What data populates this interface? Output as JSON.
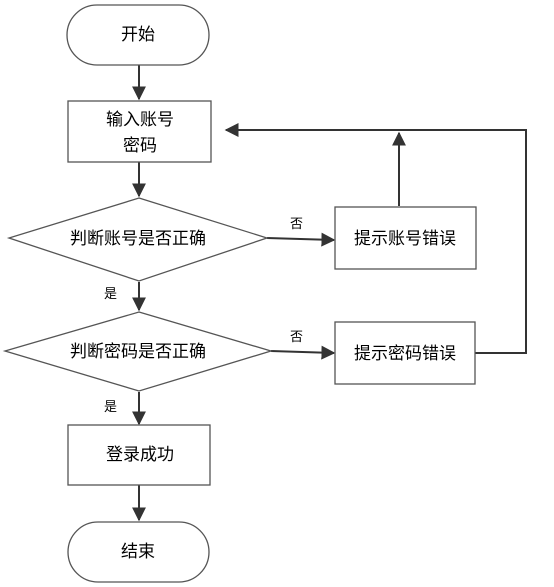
{
  "diagram": {
    "type": "flowchart",
    "nodes": {
      "start": {
        "shape": "terminator",
        "label": "开始"
      },
      "input": {
        "shape": "process",
        "label_line1": "输入账号",
        "label_line2": "密码"
      },
      "check_account": {
        "shape": "decision",
        "label": "判断账号是否正确"
      },
      "account_error": {
        "shape": "process",
        "label": "提示账号错误"
      },
      "check_password": {
        "shape": "decision",
        "label": "判断密码是否正确"
      },
      "password_error": {
        "shape": "process",
        "label": "提示密码错误"
      },
      "login_success": {
        "shape": "process",
        "label": "登录成功"
      },
      "end": {
        "shape": "terminator",
        "label": "结束"
      }
    },
    "edges": {
      "start_to_input": {
        "from": "start",
        "to": "input",
        "label": ""
      },
      "input_to_check_account": {
        "from": "input",
        "to": "check_account",
        "label": ""
      },
      "check_account_no": {
        "from": "check_account",
        "to": "account_error",
        "label": "否"
      },
      "check_account_yes": {
        "from": "check_account",
        "to": "check_password",
        "label": "是"
      },
      "account_error_back": {
        "from": "account_error",
        "to": "input",
        "label": ""
      },
      "check_password_no": {
        "from": "check_password",
        "to": "password_error",
        "label": "否"
      },
      "check_password_yes": {
        "from": "check_password",
        "to": "login_success",
        "label": "是"
      },
      "password_error_back": {
        "from": "password_error",
        "to": "input",
        "label": ""
      },
      "success_to_end": {
        "from": "login_success",
        "to": "end",
        "label": ""
      }
    }
  }
}
